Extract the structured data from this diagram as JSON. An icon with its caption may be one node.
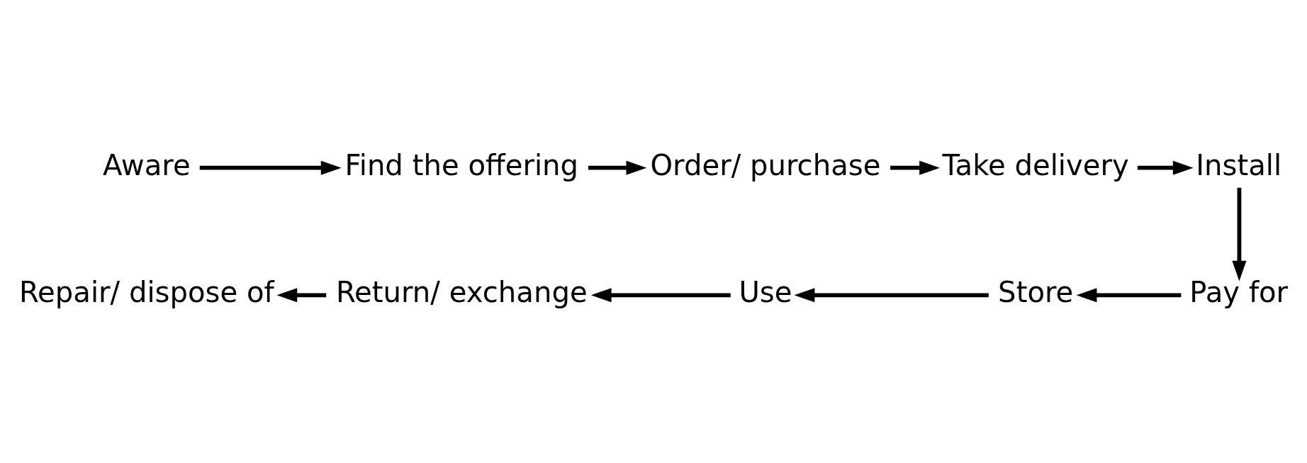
{
  "diagram": {
    "nodes": [
      {
        "text": [
          "Aware"
        ]
      },
      {
        "text": [
          "Find the offering"
        ]
      },
      {
        "text": [
          "Order/ purchase"
        ]
      },
      {
        "text": [
          "Take delivery"
        ]
      },
      {
        "text": [
          "Install"
        ]
      },
      {
        "text": [
          "Pay for"
        ]
      },
      {
        "text": [
          "Store"
        ]
      },
      {
        "text": [
          "Use"
        ]
      },
      {
        "text": [
          "Return/ exchange"
        ]
      },
      {
        "text": [
          "Repair/ dispose of"
        ]
      }
    ],
    "edges": [
      {
        "from": 0,
        "to": 1,
        "arrow": "to"
      },
      {
        "from": 1,
        "to": 2,
        "arrow": "to"
      },
      {
        "from": 2,
        "to": 3,
        "arrow": "to"
      },
      {
        "from": 3,
        "to": 4,
        "arrow": "to"
      },
      {
        "from": 4,
        "to": 5,
        "arrow": "to"
      },
      {
        "from": 5,
        "to": 6,
        "arrow": "to"
      },
      {
        "from": 6,
        "to": 7,
        "arrow": "to"
      },
      {
        "from": 7,
        "to": 8,
        "arrow": "to"
      },
      {
        "from": 8,
        "to": 9,
        "arrow": "to"
      }
    ]
  }
}
